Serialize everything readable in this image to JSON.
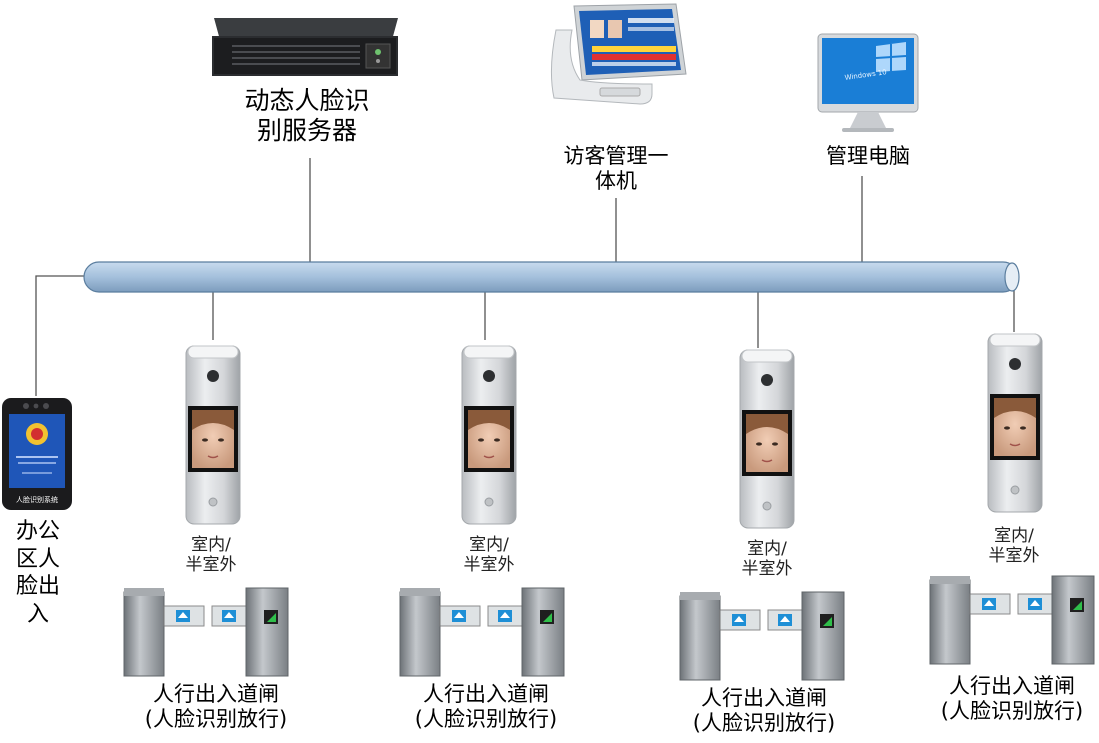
{
  "server": {
    "line1": "动态人脸识",
    "line2": "别服务器"
  },
  "visitor": {
    "line1": "访客管理一",
    "line2": "体机"
  },
  "pc": {
    "label": "管理电脑",
    "screen_text": "Windows 10"
  },
  "office_device": {
    "lines": [
      "办公",
      "区人",
      "脸出",
      "入"
    ],
    "screen_title": "人脸识别系统"
  },
  "terminals": [
    {
      "env_line1": "室内/",
      "env_line2": "半室外",
      "gate_line1": "人行出入道闸",
      "gate_line2": "(人脸识别放行)"
    },
    {
      "env_line1": "室内/",
      "env_line2": "半室外",
      "gate_line1": "人行出入道闸",
      "gate_line2": "(人脸识别放行)"
    },
    {
      "env_line1": "室内/",
      "env_line2": "半室外",
      "gate_line1": "人行出入道闸",
      "gate_line2": "(人脸识别放行)"
    },
    {
      "env_line1": "室内/",
      "env_line2": "半室外",
      "gate_line1": "人行出入道闸",
      "gate_line2": "(人脸识别放行)"
    }
  ],
  "colors": {
    "bus_fill": "#a9c4df",
    "bus_stroke": "#5a7d9e",
    "line": "#555555",
    "gate_metal": "#8f9499",
    "gate_arrow": "#1e8fd6"
  }
}
